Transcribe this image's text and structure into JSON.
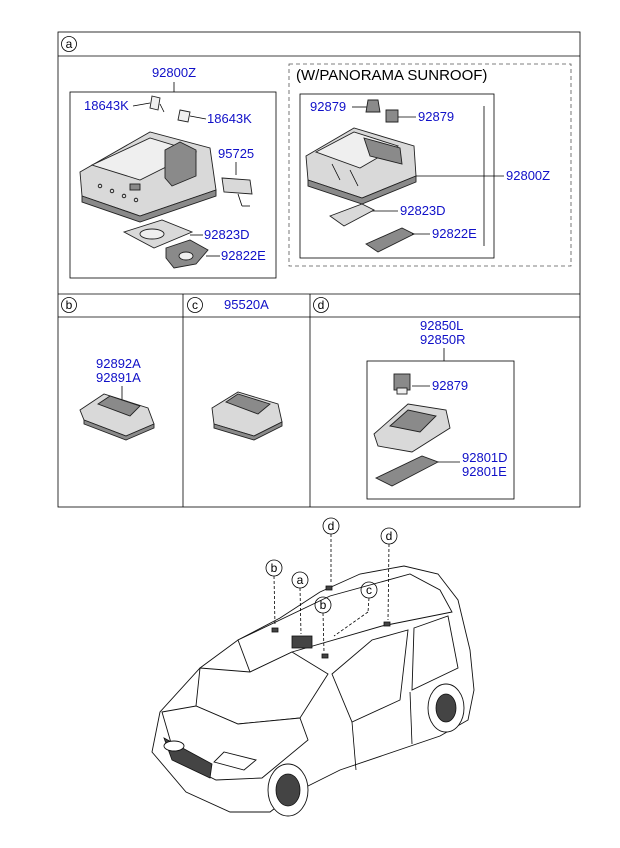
{
  "sections": {
    "a": {
      "badge": "a",
      "assembly_label": "92800Z",
      "std_parts": {
        "bulb_left": "18643K",
        "bulb_right": "18643K",
        "switch": "95725",
        "lens": "92823D",
        "cover": "92822E"
      },
      "sunroof": {
        "title": "(W/PANORAMA SUNROOF)",
        "bulb_left": "92879",
        "bulb_right": "92879",
        "assembly": "92800Z",
        "lens": "92823D",
        "cover": "92822E"
      }
    },
    "b": {
      "badge": "b",
      "part_1": "92892A",
      "part_2": "92891A"
    },
    "c": {
      "badge": "c",
      "part": "95520A"
    },
    "d": {
      "badge": "d",
      "assembly_1": "92850L",
      "assembly_2": "92850R",
      "bulb": "92879",
      "lens_1": "92801D",
      "lens_2": "92801E"
    }
  },
  "car_callouts": [
    "d",
    "d",
    "b",
    "a",
    "b",
    "c"
  ]
}
